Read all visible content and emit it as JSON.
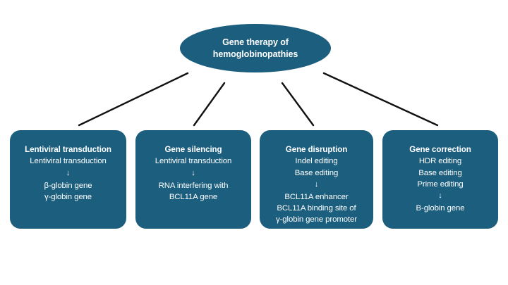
{
  "diagram": {
    "type": "tree-flowchart",
    "background_color": "#ffffff",
    "node_color": "#1c5e7e",
    "text_color": "#ffffff",
    "connector_color": "#111111",
    "root": {
      "label_lines": [
        "Gene therapy of",
        "hemoglobinopathies"
      ],
      "shape": "ellipse"
    },
    "arrow_glyph": "↓",
    "branches": [
      {
        "title": "Lentiviral transduction",
        "methods": [
          "Lentiviral transduction"
        ],
        "targets": [
          "β-globin gene",
          "γ-globin gene"
        ]
      },
      {
        "title": "Gene silencing",
        "methods": [
          "Lentiviral transduction"
        ],
        "targets": [
          "RNA interfering with",
          "BCL11A gene"
        ]
      },
      {
        "title": "Gene disruption",
        "methods": [
          "Indel editing",
          "Base editing"
        ],
        "targets": [
          "BCL11A enhancer",
          "BCL11A binding site of",
          "γ-globin gene promoter"
        ]
      },
      {
        "title": "Gene correction",
        "methods": [
          "HDR editing",
          "Base editing",
          "Prime editing"
        ],
        "targets": [
          "B-globin gene"
        ]
      }
    ]
  }
}
